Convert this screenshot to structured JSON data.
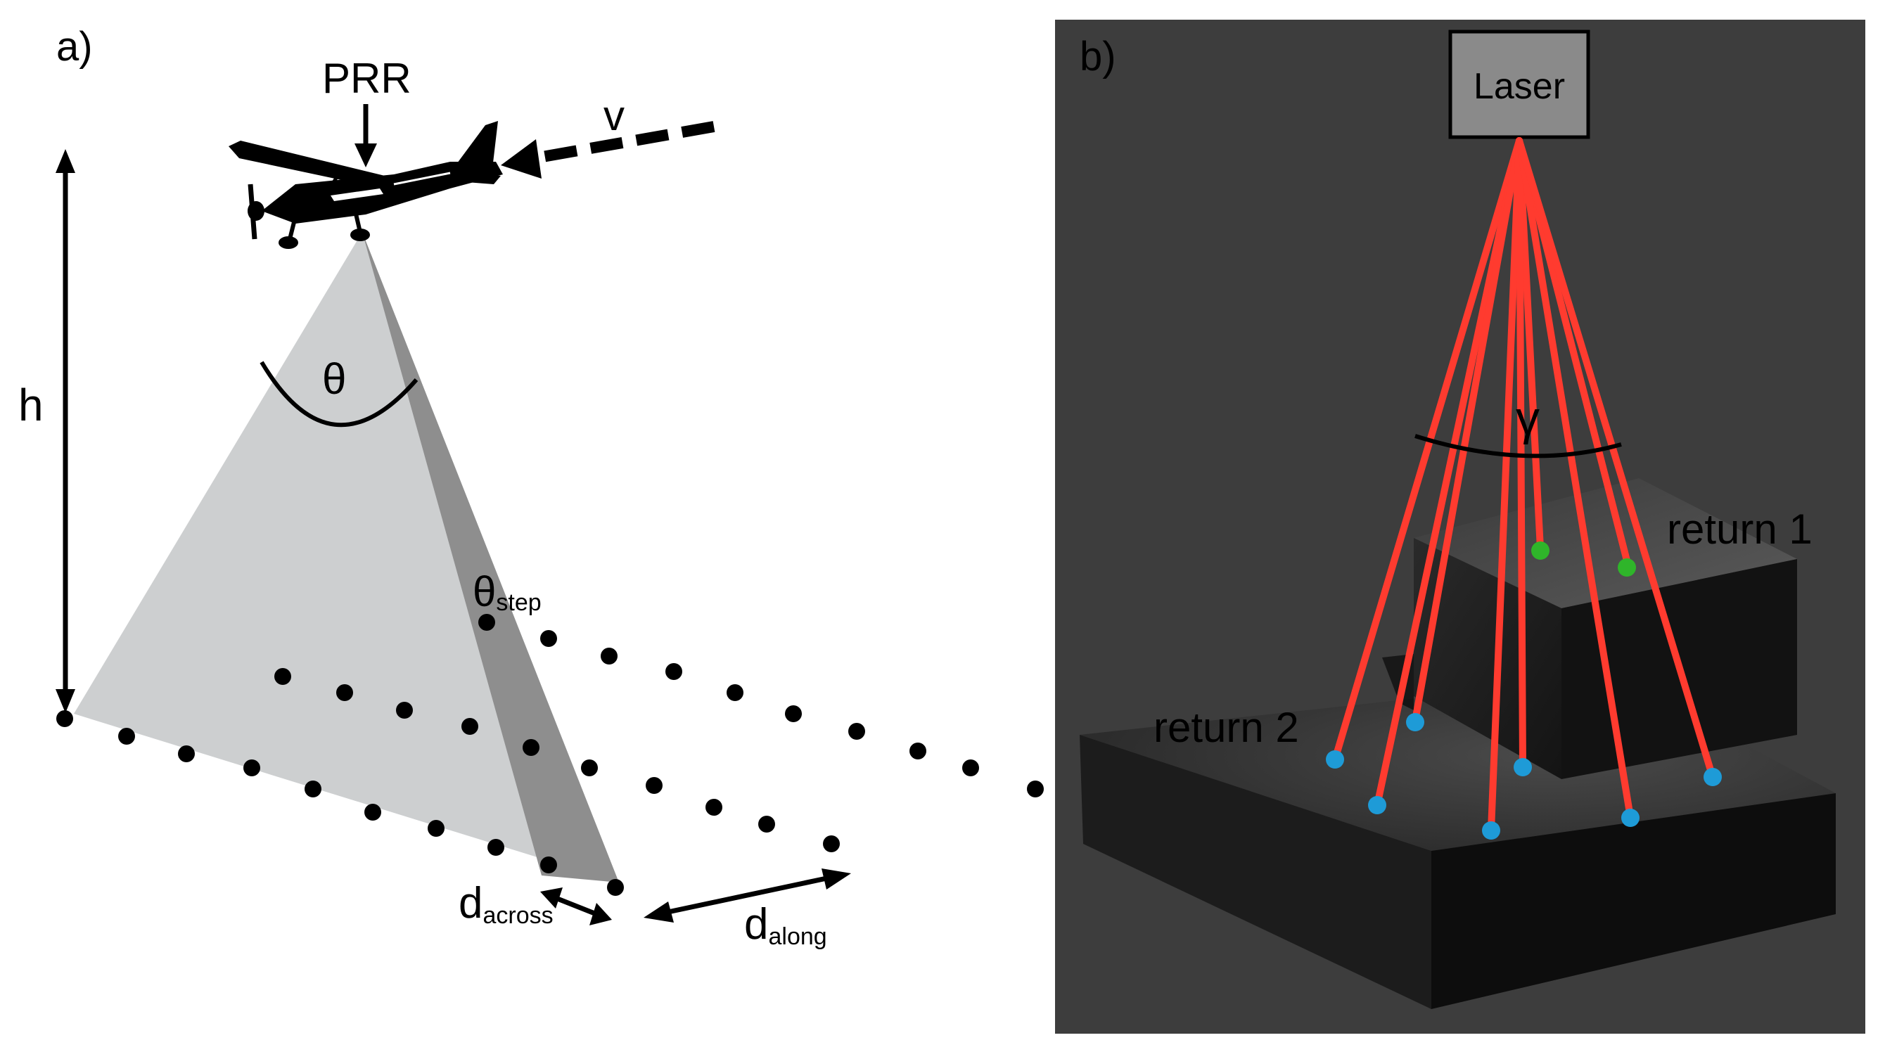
{
  "panel_a": {
    "label": "a)",
    "prr_label": "PRR",
    "velocity_label": "v",
    "height_label": "h",
    "theta_label": "θ",
    "theta_step_main": "θ",
    "theta_step_sub": "step",
    "d_across_main": "d",
    "d_across_sub": "across",
    "d_along_main": "d",
    "d_along_sub": "along"
  },
  "panel_b": {
    "label": "b)",
    "laser_label": "Laser",
    "gamma_label": "γ",
    "return1_label": "return 1",
    "return2_label": "return 2"
  },
  "colors": {
    "beam": "#ff3b2f",
    "return1_point": "#2fb52a",
    "return2_point": "#1e9bd7",
    "panel_b_bg": "#3d3d3d",
    "fan_light": "#cdcfd0",
    "fan_dark": "#8e8e8e"
  },
  "icons": {
    "aircraft": "airplane-silhouette-icon"
  }
}
